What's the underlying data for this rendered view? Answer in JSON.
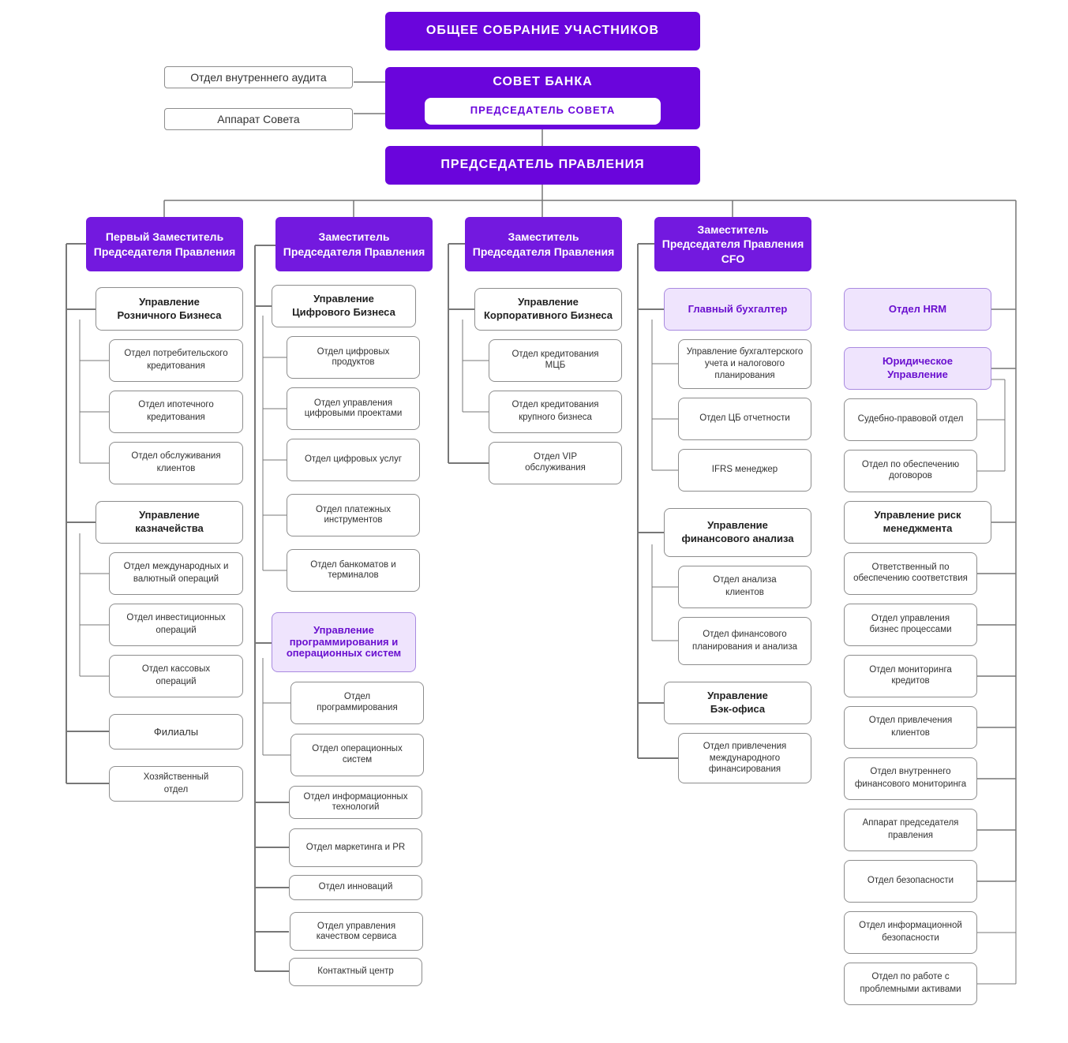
{
  "colors": {
    "primary": "#6a05dc",
    "manager": "#7319df",
    "lavender_fill": "#efe4fd",
    "lavender_text": "#6a10cf",
    "line": "#777777"
  },
  "general_meeting": "ОБЩЕЕ СОБРАНИЕ УЧАСТНИКОВ",
  "bank_council": "СОВЕТ БАНКА",
  "council_chairman": "ПРЕДСЕДАТЕЛЬ СОВЕТА",
  "internal_audit": "Отдел внутреннего аудита",
  "council_apparatus": "Аппарат Совета",
  "board_chairman": "ПРЕДСЕДАТЕЛЬ ПРАВЛЕНИЯ",
  "deputies": [
    "Первый Заместитель\nПредседателя Правления",
    "Заместитель\nПредседателя Правления",
    "Заместитель\nПредседателя Правления",
    "Заместитель\nПредседателя Правления\nCFO"
  ],
  "col1": {
    "retail": "Управление\nРозничного Бизнеса",
    "retail_units": [
      "Отдел потребительского\nкредитования",
      "Отдел ипотечного\nкредитования",
      "Отдел обслуживания\nклиентов"
    ],
    "treasury": "Управление\nказначейства",
    "treasury_units": [
      "Отдел международных и\nвалютный операций",
      "Отдел инвестиционных\nопераций",
      "Отдел кассовых\nопераций"
    ],
    "branches": "Филиалы",
    "admin": "Хозяйственный\nотдел"
  },
  "col2": {
    "digital": "Управление\nЦифрового Бизнеса",
    "digital_units": [
      "Отдел цифровых\nпродуктов",
      "Отдел управления\nцифровыми проектами",
      "Отдел цифровых услуг",
      "Отдел платежных\nинструментов",
      "Отдел банкоматов и\nтерминалов"
    ],
    "programming": "Управление\nпрограммирования и\nопера­ционных систем",
    "programming_units": [
      "Отдел\nпрограммирования",
      "Отдел операционных\nсистем"
    ],
    "other_units": [
      "Отдел информационных\nтехнологий",
      "Отдел маркетинга и PR",
      "Отдел инноваций",
      "Отдел управления\nкачеством сервиса",
      "Контактный центр"
    ]
  },
  "col3": {
    "corporate": "Управление\nКорпоративного Бизнеса",
    "corporate_units": [
      "Отдел кредитования\nМЦБ",
      "Отдел кредитования\nкрупного бизнеса"
    ],
    "vip": "Отдел VIP\nобслуживания"
  },
  "col4": {
    "chief_accountant": "Главный бухгалтер",
    "accountant_units": [
      "Управление бухгалтерского\nучета и налогового\nпланирования",
      "Отдел ЦБ отчетности",
      "IFRS менеджер"
    ],
    "fin_analysis": "Управление\nфинансового анализа",
    "fin_units": [
      "Отдел анализа\nклиентов",
      "Отдел финансового\nпланирования и анализа"
    ],
    "back_office": "Управление\nБэк-офиса",
    "intl_financing": "Отдел привлечения\nмеждународного\nфинансирования"
  },
  "col5": {
    "hrm": "Отдел HRM",
    "legal": "Юридическое\nУправление",
    "legal_units": [
      "Судебно-правовой отдел",
      "Отдел по обеспечению\nдоговоров"
    ],
    "risk": "Управление риск\nменеджмента",
    "other_units": [
      "Ответственный по\nобеспечению соответствия",
      "Отдел управления\nбизнес процессами",
      "Отдел мониторинга\nкредитов",
      "Отдел привлечения\nклиентов",
      "Отдел внутреннего\nфинансового мониторинга",
      "Аппарат председателя\nправления",
      "Отдел безопасности",
      "Отдел информационной\nбезопасности",
      "Отдел по работе с\nпроблемными активами"
    ]
  }
}
